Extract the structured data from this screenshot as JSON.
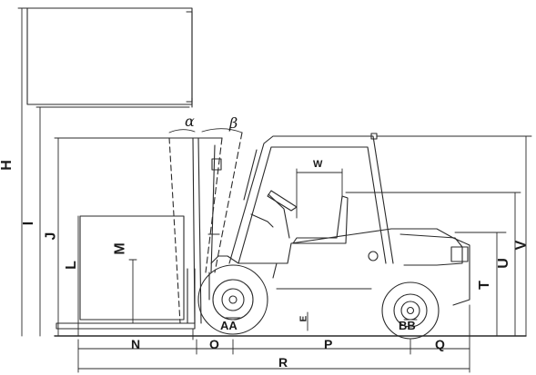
{
  "labels": {
    "H": "H",
    "I": "I",
    "J": "J",
    "L": "L",
    "M": "M",
    "N": "N",
    "O": "O",
    "P": "P",
    "Q": "Q",
    "R": "R",
    "T": "T",
    "U": "U",
    "V": "V",
    "W": "W",
    "E": "E",
    "AA": "AA",
    "BB": "BB",
    "alpha": "α",
    "beta": "β"
  }
}
